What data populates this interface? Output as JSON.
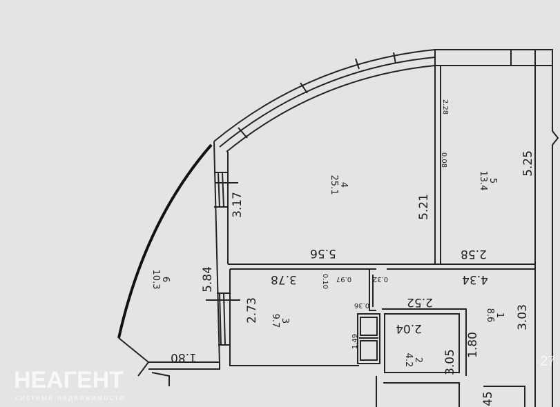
{
  "rooms": [
    {
      "number": "4",
      "area": "25.1"
    },
    {
      "number": "5",
      "area": "13.4"
    },
    {
      "number": "6",
      "area": "10.3"
    },
    {
      "number": "3",
      "area": "9.7"
    },
    {
      "number": "1",
      "area": "8.6"
    },
    {
      "number": "2",
      "area": "4.2"
    }
  ],
  "dimensions": {
    "d556": "5.56",
    "d521": "5.21",
    "d525": "5.25",
    "d258": "2.58",
    "d228": "2.28",
    "d008": "0.08",
    "d317": "3.17",
    "d584": "5.84",
    "d273": "2.73",
    "d378": "3.78",
    "d180a": "1.80",
    "d010": "0.10",
    "d097": "0.97",
    "d032": "0.32",
    "d036": "0.36",
    "d434": "4.34",
    "d252": "2.52",
    "d204": "2.04",
    "d303": "3.03",
    "d180b": "1.80",
    "d305": "3.05",
    "d149": "1.49",
    "d45": "45"
  },
  "watermark": {
    "brand": "НЕАГЕНТ",
    "tagline": "система недвижимости",
    "partial": "27"
  }
}
